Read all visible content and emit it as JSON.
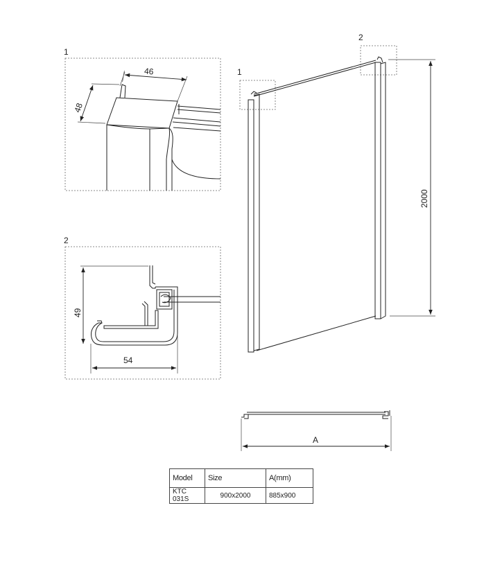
{
  "detail_1": {
    "label": "1",
    "dim_width": "46",
    "dim_height": "48"
  },
  "detail_2": {
    "label": "2",
    "dim_height": "49",
    "dim_width": "54"
  },
  "front_view": {
    "callout_1": "1",
    "callout_2": "2",
    "dim_height": "2000"
  },
  "plan_view": {
    "dim_label": "A"
  },
  "table": {
    "headers": [
      "Model",
      "Size",
      "A(mm)"
    ],
    "rows": [
      [
        "KTC 031S",
        "900x2000",
        "885x900"
      ]
    ]
  }
}
